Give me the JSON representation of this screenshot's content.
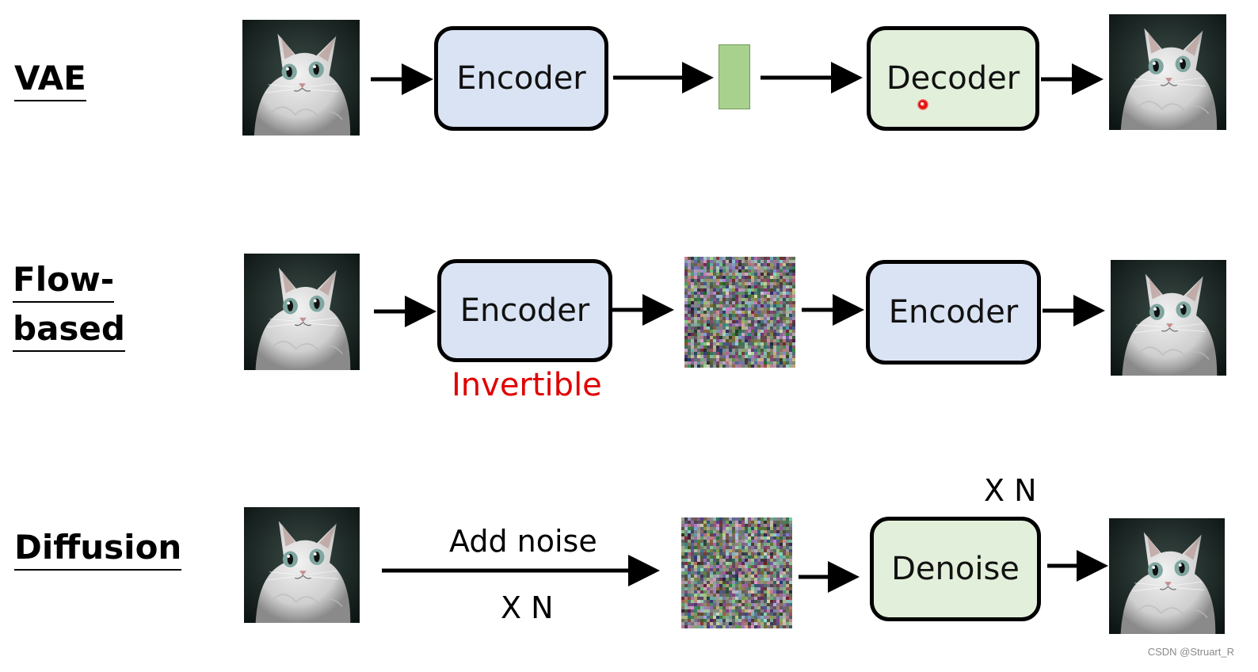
{
  "rows": {
    "vae": {
      "label_lines": [
        "VAE"
      ],
      "encoder": "Encoder",
      "decoder": "Decoder"
    },
    "flow": {
      "label_lines": [
        "Flow-",
        "based"
      ],
      "encoder_left": "Encoder",
      "encoder_right": "Encoder",
      "note": "Invertible"
    },
    "diffusion": {
      "label_lines": [
        "Diffusion"
      ],
      "add_noise": "Add noise",
      "repeat_left": "X N",
      "repeat_right": "X N",
      "denoise": "Denoise"
    }
  },
  "colors": {
    "encoder_fill": "#dae3f3",
    "decoder_fill": "#e2efda",
    "latent_fill": "#a9d18e",
    "note_color": "#e00000"
  },
  "icons": {
    "image": "cat-photo-icon",
    "noise": "noise-image-icon",
    "pointer": "laser-pointer-icon"
  },
  "watermark": "CSDN @Struart_R"
}
